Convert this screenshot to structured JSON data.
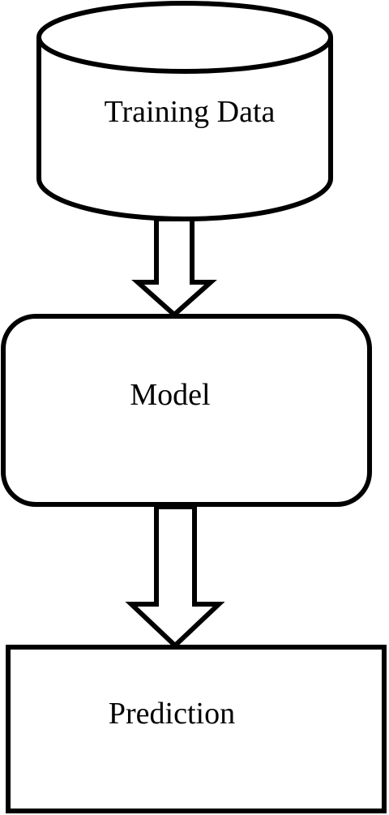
{
  "diagram": {
    "nodes": [
      {
        "id": "training-data",
        "shape": "cylinder",
        "label": "Training Data"
      },
      {
        "id": "model",
        "shape": "rounded-rectangle",
        "label": "Model"
      },
      {
        "id": "prediction",
        "shape": "rectangle",
        "label": "Prediction"
      }
    ],
    "edges": [
      {
        "from": "training-data",
        "to": "model",
        "style": "hollow-block-arrow"
      },
      {
        "from": "model",
        "to": "prediction",
        "style": "hollow-block-arrow"
      }
    ],
    "colors": {
      "stroke": "#000000",
      "fill": "#ffffff",
      "background": "#ffffff"
    }
  }
}
